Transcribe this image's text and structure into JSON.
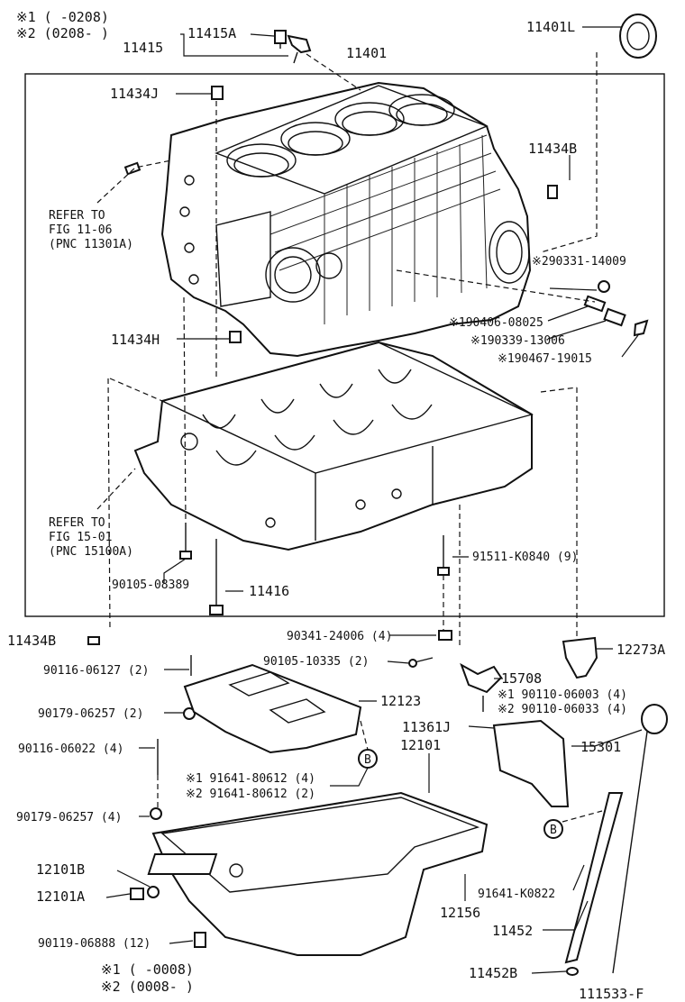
{
  "notes": {
    "top_note_1": "※1 (    -0208)",
    "top_note_2": "※2 (0208-    )",
    "bottom_note_1": "※1 (    -0008)",
    "bottom_note_2": "※2 (0008-    )",
    "figure_id": "111533-F"
  },
  "refs": {
    "ref1_line1": "REFER TO",
    "ref1_line2": "FIG 11-06",
    "ref1_line3": "(PNC 11301A)",
    "ref2_line1": "REFER TO",
    "ref2_line2": "FIG 15-01",
    "ref2_line3": "(PNC 15100A)"
  },
  "parts": {
    "p11415A": "11415A",
    "p11415": "11415",
    "p11401": "11401",
    "p11401L": "11401L",
    "p11434J": "11434J",
    "p11434B_top": "11434B",
    "p290331": "※290331-14009",
    "p190406": "※190406-08025",
    "p190339": "※190339-13006",
    "p190467": "※190467-19015",
    "p11434H": "11434H",
    "p91511": "91511-K0840 (9)",
    "p90105_08389": "90105-08389",
    "p11416": "11416",
    "p11434B_bot": "11434B",
    "p90341": "90341-24006 (4)",
    "p90105_10335": "90105-10335 (2)",
    "p12273A": "12273A",
    "p90116_06127": "90116-06127 (2)",
    "p15708": "15708",
    "p90110_1": "※1 90110-06003 (4)",
    "p90110_2": "※2 90110-06033 (4)",
    "p90179_a": "90179-06257 (2)",
    "p12123": "12123",
    "p11361J": "11361J",
    "p15301": "15301",
    "p90116_06022": "90116-06022 (4)",
    "p12101": "12101",
    "b_circle_1": "B",
    "p91641_1": "※1 91641-80612 (4)",
    "p91641_2": "※2 91641-80612 (2)",
    "p90179_b": "90179-06257 (4)",
    "b_circle_2": "B",
    "p12101B": "12101B",
    "p12101A": "12101A",
    "p91641_K": "91641-K0822",
    "p12156": "12156",
    "p11452": "11452",
    "p90119": "90119-06888 (12)",
    "p11452B": "11452B"
  }
}
